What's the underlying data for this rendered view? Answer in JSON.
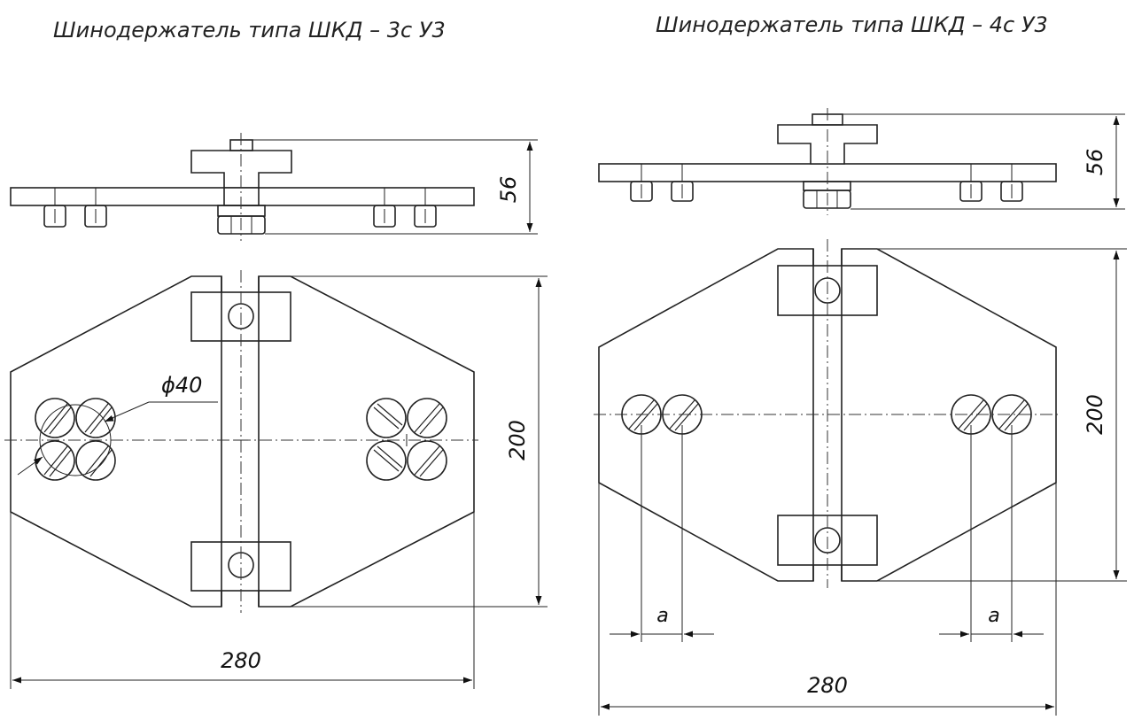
{
  "left_drawing": {
    "title": "Шинодержатель типа ШКД – 3с У3",
    "dims": {
      "height": "56",
      "width": "280",
      "length": "200",
      "diameter": "ϕ40"
    }
  },
  "right_drawing": {
    "title": "Шинодержатель типа ШКД – 4с У3",
    "dims": {
      "height": "56",
      "width": "280",
      "length": "200",
      "gap_left": "a",
      "gap_right": "a"
    }
  }
}
